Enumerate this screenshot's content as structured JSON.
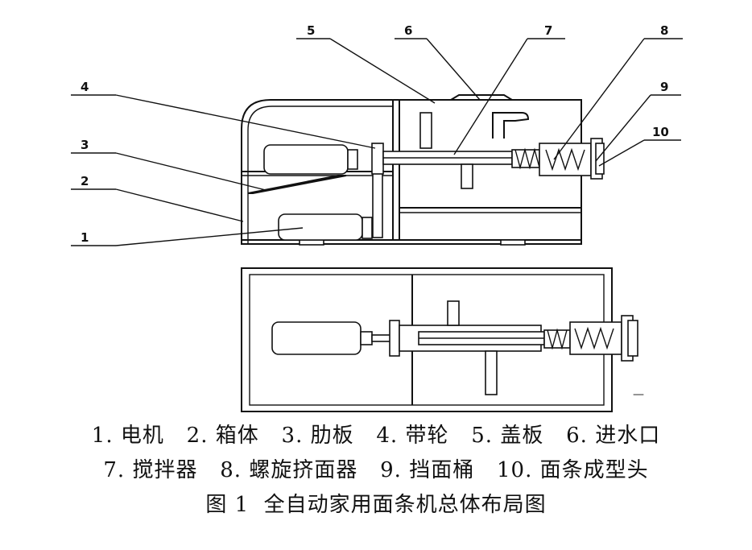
{
  "callouts": [
    "1",
    "2",
    "3",
    "4",
    "5",
    "6",
    "7",
    "8",
    "9",
    "10"
  ],
  "legend": {
    "row1": "1. 电机   2. 箱体   3. 肋板   4. 带轮   5. 盖板   6. 进水口",
    "row2": "7. 搅拌器   8. 螺旋挤面器   9. 挡面桶   10. 面条成型头"
  },
  "figure_title": "图 1  全自动家用面条机总体布局图",
  "stray_mark": "—",
  "colors": {
    "line": "#111111",
    "background": "#ffffff"
  }
}
